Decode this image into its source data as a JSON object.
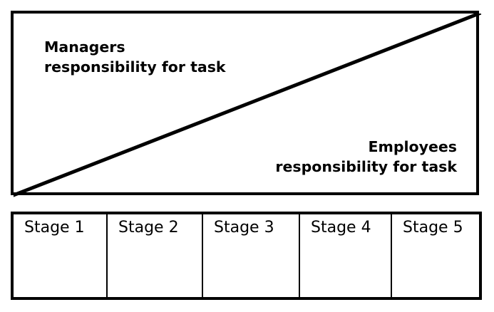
{
  "diagram": {
    "type": "responsibility-shift-diagram",
    "responsibility_box": {
      "managers_label_line1": "Managers",
      "managers_label_line2": "responsibility for task",
      "employees_label_line1": "Employees",
      "employees_label_line2": "responsibility for task",
      "divider": "diagonal-line",
      "border_color": "#000000",
      "background_color": "#ffffff"
    },
    "stages_box": {
      "stages": [
        {
          "label": "Stage 1"
        },
        {
          "label": "Stage 2"
        },
        {
          "label": "Stage 3"
        },
        {
          "label": "Stage 4"
        },
        {
          "label": "Stage 5"
        }
      ],
      "border_color": "#000000",
      "background_color": "#ffffff"
    }
  }
}
